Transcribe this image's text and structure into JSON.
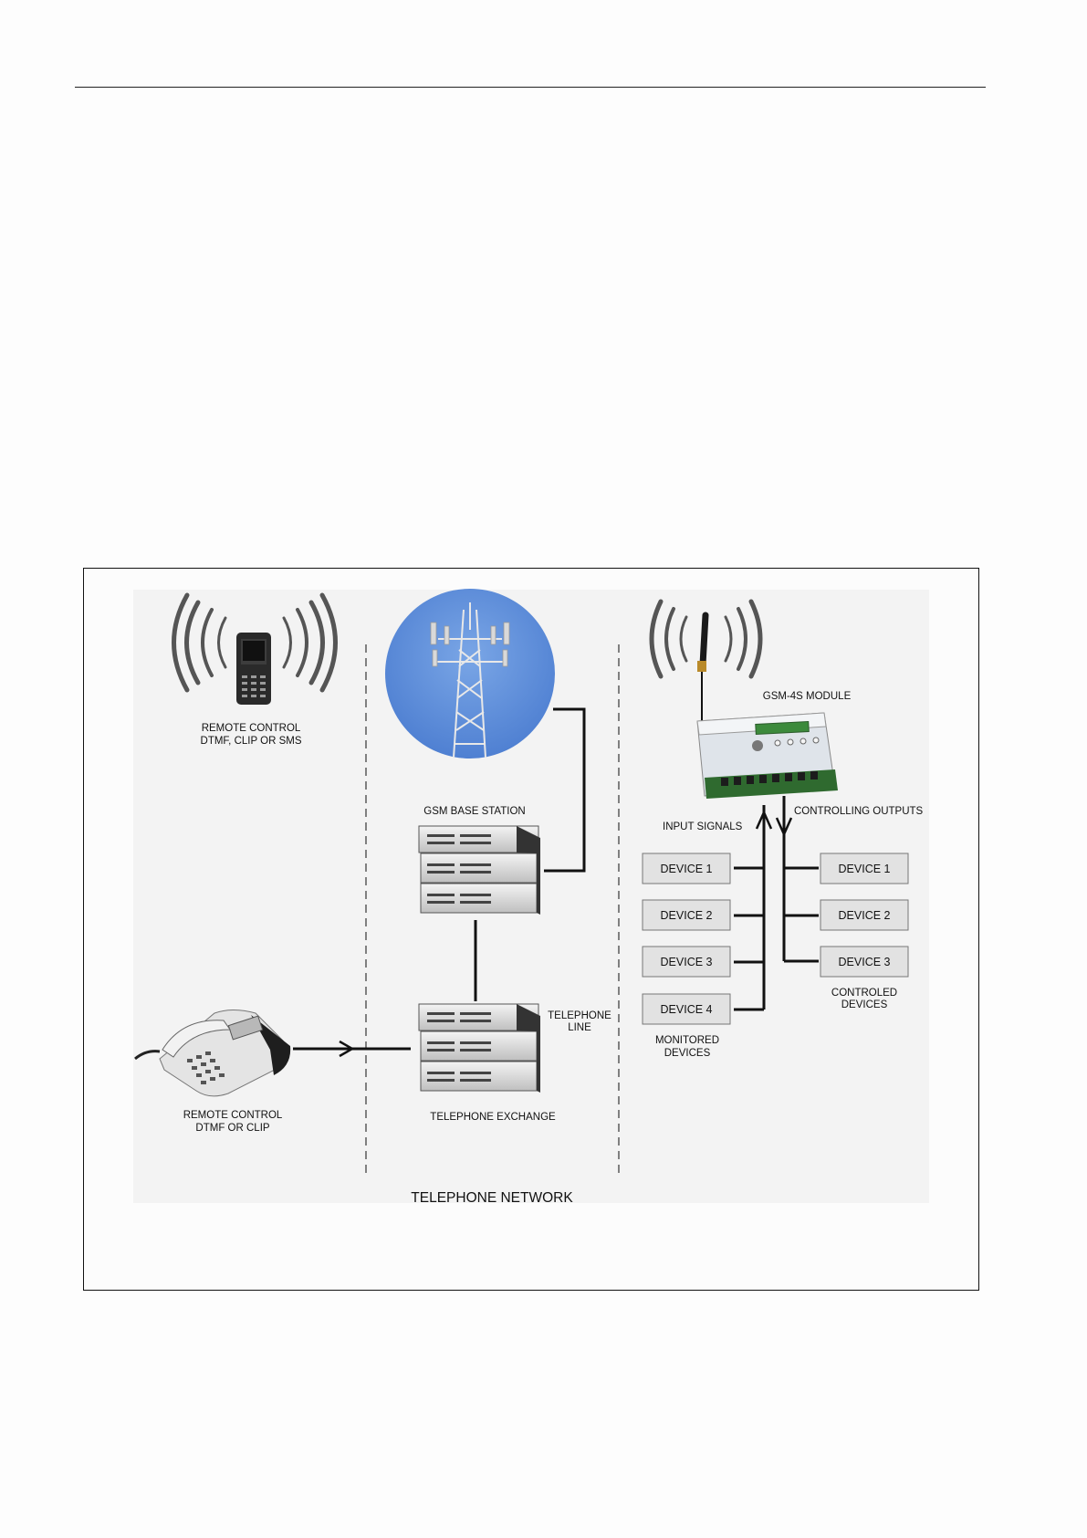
{
  "diagram": {
    "mobile_label": [
      "REMOTE CONTROL",
      "DTMF, CLIP OR SMS"
    ],
    "base_station_label": "GSM BASE STATION",
    "module_label": "GSM-4S MODULE",
    "input_signals_label": "INPUT SIGNALS",
    "controlling_outputs_label": "CONTROLLING OUTPUTS",
    "monitored_devices": [
      "DEVICE 1",
      "DEVICE 2",
      "DEVICE 3",
      "DEVICE 4"
    ],
    "monitored_label": [
      "MONITORED",
      "DEVICES"
    ],
    "controlled_devices": [
      "DEVICE 1",
      "DEVICE 2",
      "DEVICE 3"
    ],
    "controlled_label": [
      "CONTROLED",
      "DEVICES"
    ],
    "telephone_line_label": [
      "TELEPHONE",
      "LINE"
    ],
    "exchange_label": "TELEPHONE EXCHANGE",
    "desk_phone_label": [
      "REMOTE CONTROL",
      "DTMF OR CLIP"
    ],
    "network_label": "TELEPHONE NETWORK"
  }
}
